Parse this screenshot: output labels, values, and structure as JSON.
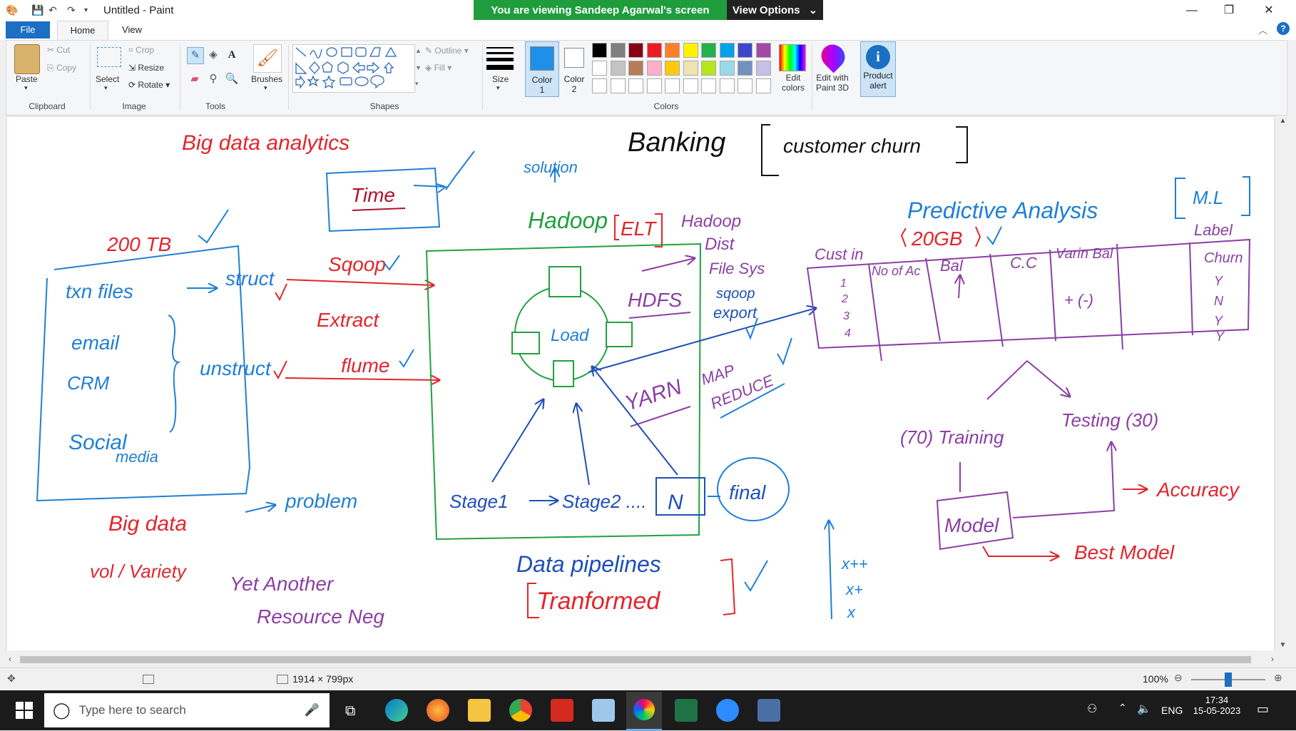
{
  "window": {
    "title": "Untitled - Paint",
    "share_banner": "You are viewing Sandeep Agarwal's screen",
    "view_options": "View Options"
  },
  "tabs": {
    "file": "File",
    "home": "Home",
    "view": "View"
  },
  "ribbon": {
    "clipboard": {
      "paste": "Paste",
      "cut": "Cut",
      "copy": "Copy",
      "group": "Clipboard"
    },
    "image": {
      "select": "Select",
      "crop": "Crop",
      "resize": "Resize",
      "rotate": "Rotate",
      "group": "Image"
    },
    "tools": {
      "group": "Tools"
    },
    "brushes": {
      "label": "Brushes"
    },
    "shapes": {
      "outline": "Outline",
      "fill": "Fill",
      "group": "Shapes"
    },
    "size": {
      "label": "Size"
    },
    "colors": {
      "color1": "Color",
      "color1_num": "1",
      "color2": "Color",
      "color2_num": "2",
      "edit_colors_1": "Edit",
      "edit_colors_2": "colors",
      "group": "Colors",
      "color1_value": "#1e90e8",
      "color2_value": "#ffffff",
      "palette_row1": [
        "#000000",
        "#7f7f7f",
        "#880015",
        "#ed1c24",
        "#ff7f27",
        "#fff200",
        "#22b14c",
        "#00a2e8",
        "#3f48cc",
        "#a349a4"
      ],
      "palette_row2": [
        "#ffffff",
        "#c3c3c3",
        "#b97a57",
        "#ffaec9",
        "#ffc90e",
        "#efe4b0",
        "#b5e61d",
        "#99d9ea",
        "#7092be",
        "#c8bfe7"
      ]
    },
    "paint3d": {
      "line1": "Edit with",
      "line2": "Paint 3D"
    },
    "product_alert": {
      "line1": "Product",
      "line2": "alert"
    }
  },
  "status": {
    "canvas_size": "1914 × 799px",
    "zoom": "100%"
  },
  "taskbar": {
    "search_placeholder": "Type here to search",
    "lang": "ENG",
    "time": "17:34",
    "date": "15-05-2023"
  },
  "drawing": {
    "big_data_analytics": "Big data analytics",
    "time": "Time",
    "solution": "solution",
    "banking": "Banking",
    "customer_churn": "customer churn",
    "tb": "200 TB",
    "txn_files": "txn files",
    "email": "email",
    "crm": "CRM",
    "social": "Social",
    "media": "media",
    "struct": "struct",
    "unstruct": "unstruct",
    "sqoop": "Sqoop",
    "extract": "Extract",
    "flume": "flume",
    "hadoop": "Hadoop",
    "elt": "ELT",
    "hadoop_dist_1": "Hadoop",
    "hadoop_dist_2": "Dist",
    "hadoop_dist_3": "File Sys",
    "hdfs": "HDFS",
    "load": "Load",
    "sqoop_export_1": "sqoop",
    "sqoop_export_2": "export",
    "yarn": "YARN",
    "map": "MAP",
    "reduce": "REDUCE",
    "stage1": "Stage1",
    "stage2": "Stage2 ....",
    "n": "N",
    "final": "final",
    "data_pipelines": "Data pipelines",
    "transformed": "Tranformed",
    "problem": "problem",
    "big_data": "Big data",
    "vol_variety": "vol / Variety",
    "yarn_1": "Yet Another",
    "yarn_2": "Resource Neg",
    "predictive": "Predictive Analysis",
    "ml": "M.L",
    "gb": "20GB",
    "label": "Label",
    "col_cust": "Cust in",
    "col_num": "No of Ac",
    "col_bal": "Bal",
    "col_cc": "C.C",
    "col_var": "Varin Bal",
    "col_churn": "Churn",
    "ids": [
      "1",
      "2",
      "3",
      "4"
    ],
    "churn_vals": [
      "Y",
      "N",
      "Y",
      "Y"
    ],
    "var_sign": "+ (-)",
    "training": "(70) Training",
    "testing": "Testing (30)",
    "model": "Model",
    "accuracy": "Accuracy",
    "best_model": "Best Model",
    "x_pp": "x++",
    "x_p": "x+",
    "x": "x"
  }
}
